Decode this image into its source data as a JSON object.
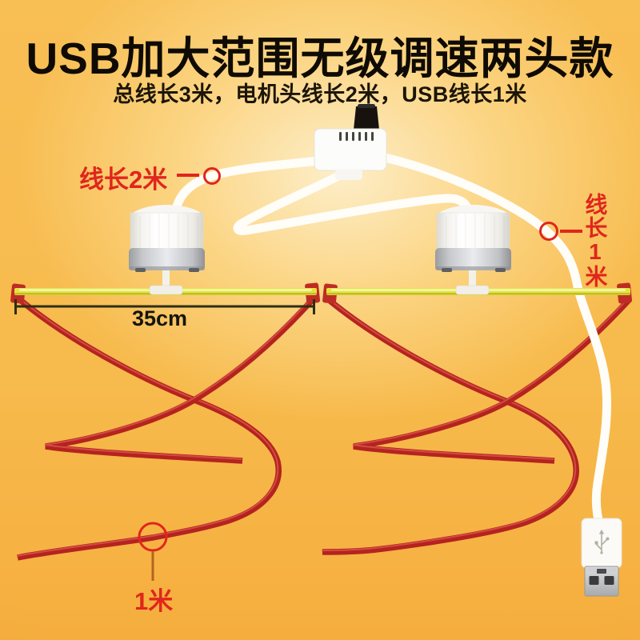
{
  "header": {
    "title": "USB加大范围无级调速两头款",
    "subtitle": "总线长3米，电机头线长2米，USB线长1米"
  },
  "labels": {
    "cable_left": "线长2米",
    "cable_right": "线长1米",
    "bar_length": "35cm",
    "ribbon_length": "1米"
  },
  "colors": {
    "background_orange": "#f7ba4c",
    "background_highlight": "#fdeec9",
    "title_text": "#0f0b04",
    "subtitle_text": "#1c1508",
    "annotation_red": "#e0261c",
    "pointer_line_brown": "#b4641e",
    "ribbon_red": "#b5231f",
    "ribbon_highlight": "#d8564c",
    "bar_yellow": "#e5e43c",
    "measure_line": "#2e2e13",
    "cable_white": "#fffdf8",
    "device_white": "#fafaf8",
    "metal_silver": "#c7c8ca",
    "knob_black": "#17120e"
  },
  "icons": {
    "usb_trident": "usb-trident",
    "speed_knob": "rotary-knob"
  }
}
